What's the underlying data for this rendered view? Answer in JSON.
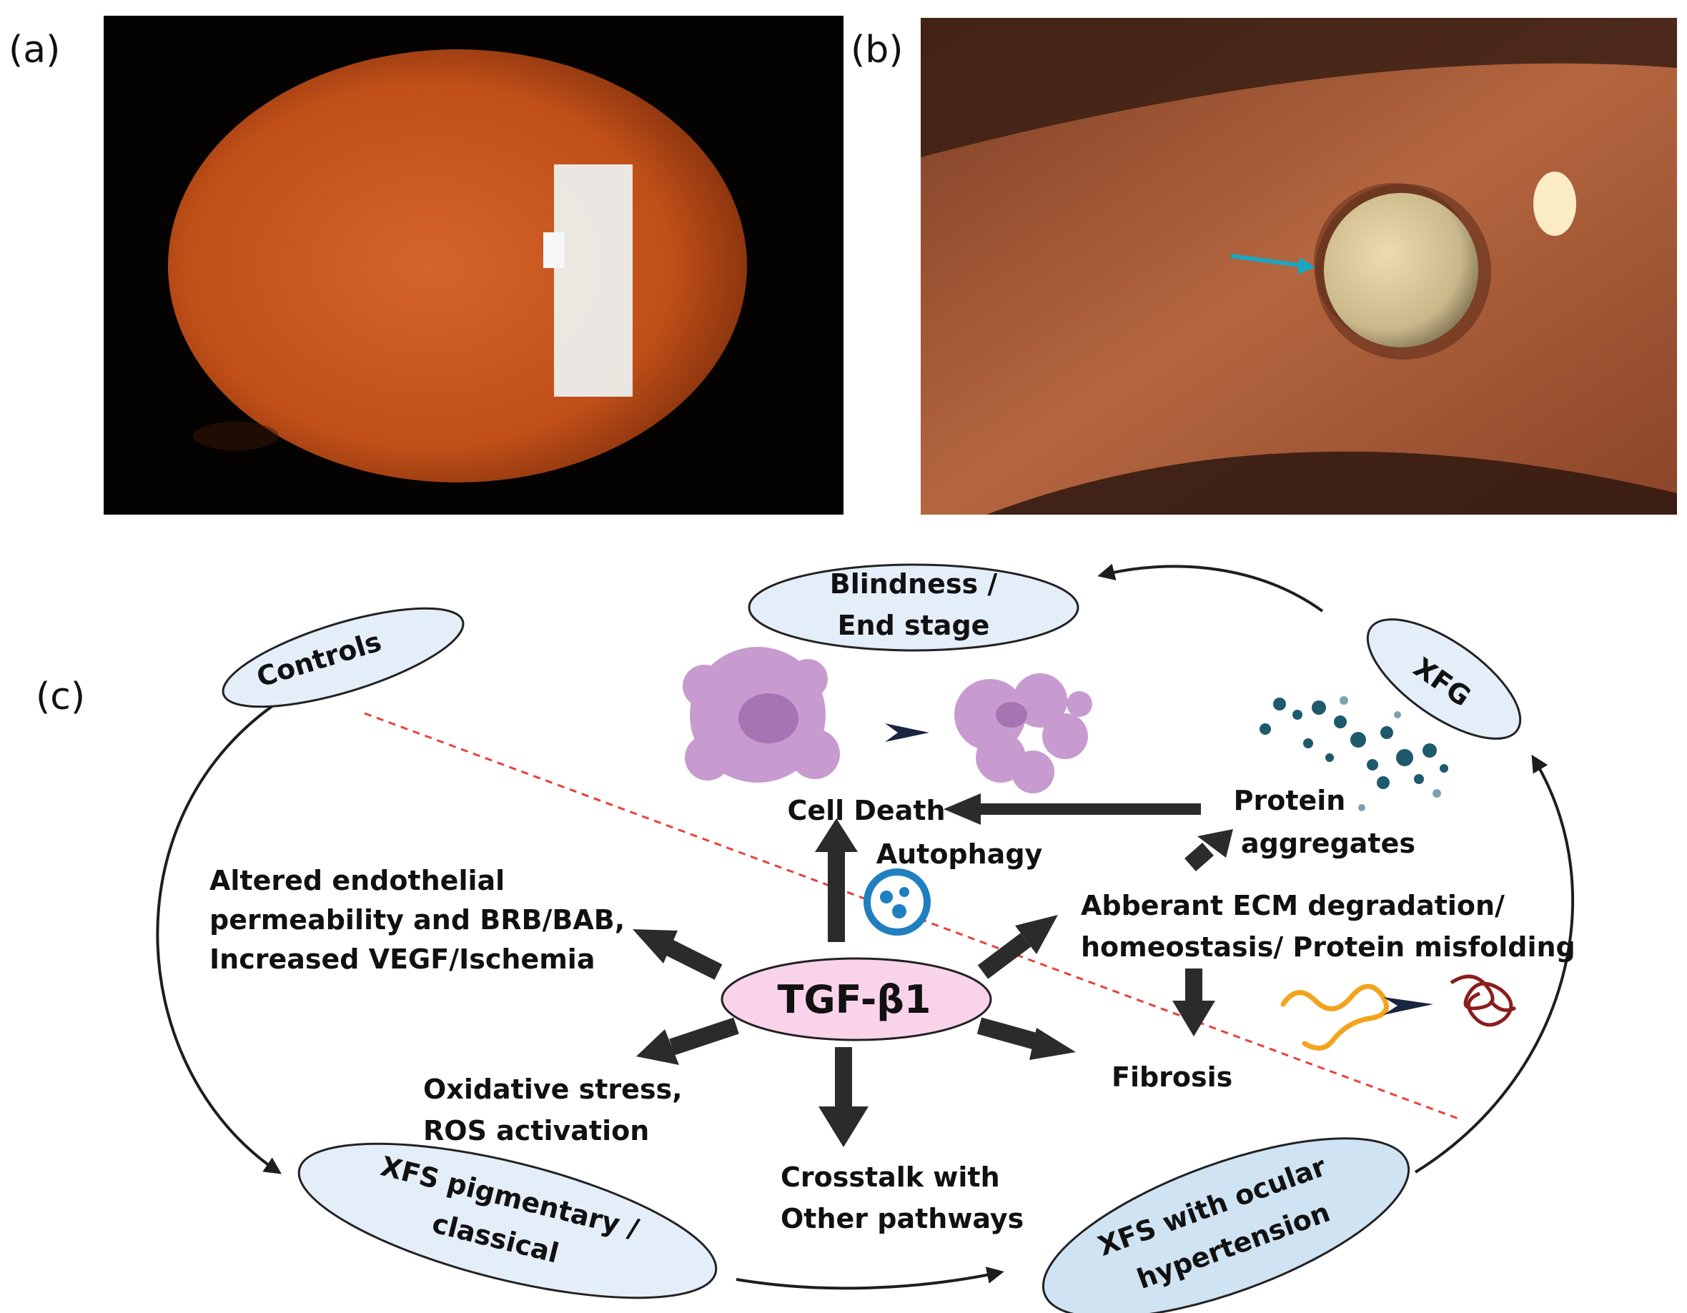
{
  "panel_labels": {
    "a": "(a)",
    "b": "(b)",
    "c": "(c)"
  },
  "photos": {
    "a": {
      "description_icon": "lens-retroillumination-photo",
      "bg": "#050302",
      "fundus": "#c4561c"
    },
    "b": {
      "description_icon": "iris-pupil-photo",
      "iris": "#a0573a",
      "pupil": "#d9c9a2",
      "arrow_color": "#1aa6c4"
    }
  },
  "diagram": {
    "center": "TGF-β1",
    "stages": {
      "controls": "Controls",
      "blindness_1": "Blindness /",
      "blindness_2": "End stage",
      "xfg": "XFG",
      "xfs_pig_1": "XFS pigmentary /",
      "xfs_pig_2": "classical",
      "xfs_oh_1": "XFS with ocular",
      "xfs_oh_2": "hypertension"
    },
    "outcomes": {
      "cell_death": "Cell Death",
      "autophagy": "Autophagy",
      "protein_1": "Protein",
      "protein_2": "aggregates",
      "endo_1": "Altered endothelial",
      "endo_2": "permeability and BRB/BAB,",
      "endo_3": "Increased VEGF/Ischemia",
      "ecm_1": "Abberant ECM degradation/",
      "ecm_2": "homeostasis/ Protein misfolding",
      "fibrosis": "Fibrosis",
      "oxid_1": "Oxidative stress,",
      "oxid_2": "ROS activation",
      "cross_1": "Crosstalk with",
      "cross_2": "Other pathways"
    },
    "colors": {
      "stage_fill": "#e4eef8",
      "stage_fill_alt": "#cfe3f3",
      "center_fill": "#f9d3ea",
      "arrow": "#2b2b2b",
      "dashed_line": "#e8413a",
      "cell": "#c79bcf",
      "aggregate": "#1d5a6b",
      "misfold_before": "#f2a41c",
      "misfold_after": "#8a1d1d"
    }
  }
}
